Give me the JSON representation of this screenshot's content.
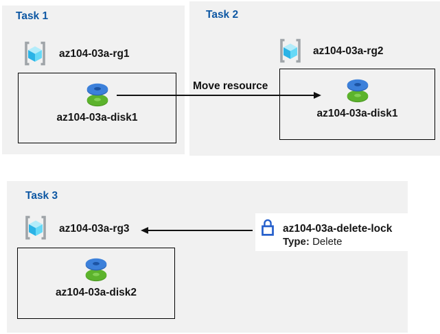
{
  "colors": {
    "panel_gray": "#f1f1f1",
    "header_blue": "#0d57a3",
    "disk_blue": "#3c80da",
    "disk_green": "#5cb32c",
    "rg_cyan": "#66d9f7",
    "lock_blue": "#2660cc",
    "arrow_black": "#111111"
  },
  "task1": {
    "title": "Task 1",
    "rg": "az104-03a-rg1",
    "disk": "az104-03a-disk1"
  },
  "task2": {
    "title": "Task 2",
    "rg": "az104-03a-rg2",
    "disk": "az104-03a-disk1"
  },
  "task3": {
    "title": "Task 3",
    "rg": "az104-03a-rg3",
    "disk": "az104-03a-disk2"
  },
  "move_arrow": {
    "label": "Move resource"
  },
  "lock": {
    "name": "az104-03a-delete-lock",
    "type_label": "Type:",
    "type_value": "Delete"
  }
}
